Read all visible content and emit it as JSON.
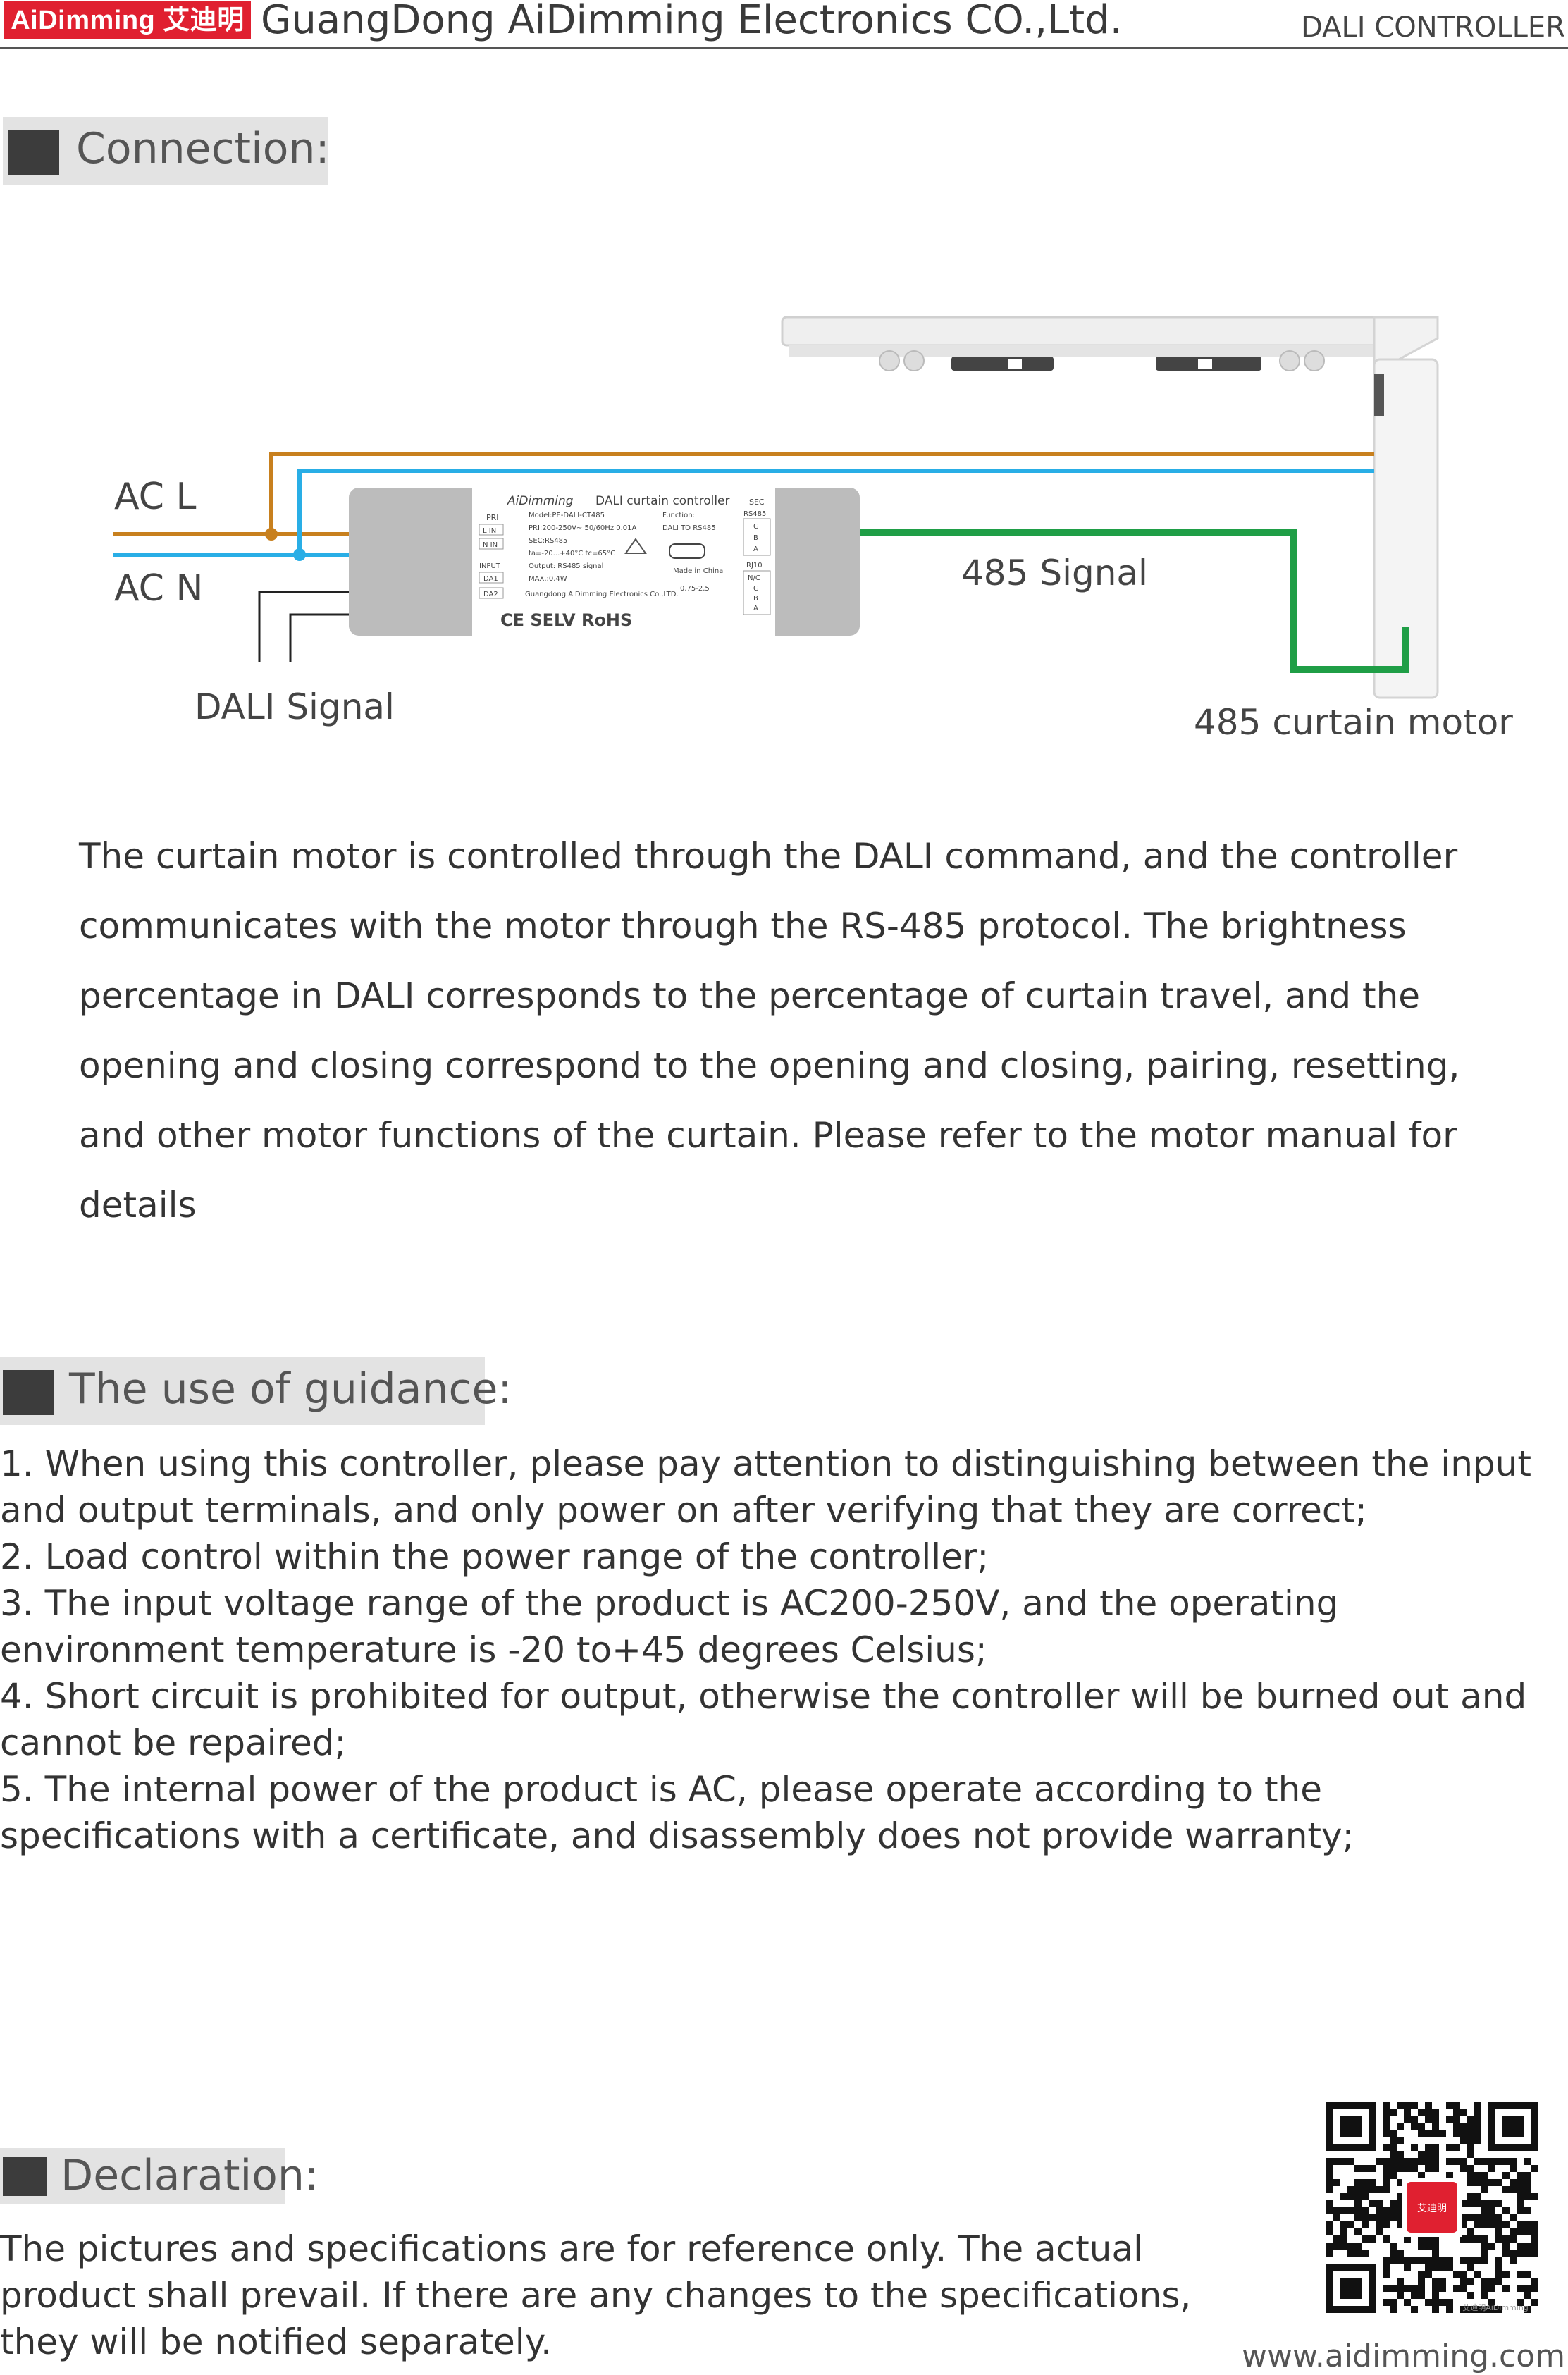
{
  "header": {
    "logo_text": "AiDimming 艾迪明",
    "company": "GuangDong AiDimming Electronics CO.,Ltd.",
    "doc_title": "DALI CONTROLLER"
  },
  "sections": {
    "connection": "Connection:",
    "guidance": "The use of guidance:",
    "declaration": "Declaration:"
  },
  "diagram": {
    "ac_l": "AC L",
    "ac_n": "AC N",
    "dali_signal": "DALI Signal",
    "signal_485": "485 Signal",
    "motor_485": "485 curtain motor",
    "device": {
      "brand": "AiDimming",
      "title": "DALI curtain controller",
      "pri": "PRI",
      "l_in": "L IN",
      "n_in": "N IN",
      "input": "INPUT",
      "da1": "DA1",
      "da2": "DA2",
      "sec": "SEC",
      "rs485": "RS485",
      "g": "G",
      "b": "B",
      "a": "A",
      "rj10": "RJ10",
      "nc": "N/C",
      "model": "Model:PE-DALI-CT485",
      "pri_spec": "PRI:200-250V~ 50/60Hz 0.01A",
      "sec_spec": "SEC:RS485",
      "temp": "ta=-20...+40°C tc=65°C",
      "output": "Output: RS485 signal",
      "max": "MAX.:0.4W",
      "function": "Function:",
      "function_spec": "DALI TO RS485",
      "made_in": "Made in China",
      "wire": "0.75-2.5",
      "maker": "Guangdong AiDimming Electronics Co.,LTD.",
      "marks": "CE  SELV RoHS"
    }
  },
  "connection_text": [
    "The curtain motor is controlled through the DALI command, and the controller",
    "communicates with the motor through the RS-485 protocol. The brightness",
    "percentage in DALI corresponds to the percentage of curtain travel, and the",
    "opening and closing correspond to the opening and closing, pairing, resetting,",
    "and other motor functions of the curtain. Please refer to the motor manual for",
    "details"
  ],
  "guidance": [
    "1. When using this controller, please pay attention to distinguishing between the input and output terminals, and only power on after verifying that they are correct;",
    "2. Load control within the power range of the controller;",
    "3. The input voltage range of the product is AC200-250V, and the operating environment temperature is -20 to+45 degrees Celsius;",
    "4. Short circuit is prohibited for output, otherwise the controller will be burned out and cannot be repaired;",
    "5. The internal power of the product is AC, please operate according to the specifications with a certificate, and disassembly does not provide warranty;"
  ],
  "declaration_text": [
    "The pictures and specifications are for reference only. The actual",
    "product shall prevail. If there are any changes to the specifications,",
    "they will be notified separately."
  ],
  "qr": {
    "center_label": "艾迪明",
    "watermark": "艾迪明AiDimming"
  },
  "website": "www.aidimming.com",
  "colors": {
    "ac_l": "#c8801e",
    "ac_n": "#29aee6",
    "rs485": "#1f9e46",
    "logo": "#e02030"
  }
}
